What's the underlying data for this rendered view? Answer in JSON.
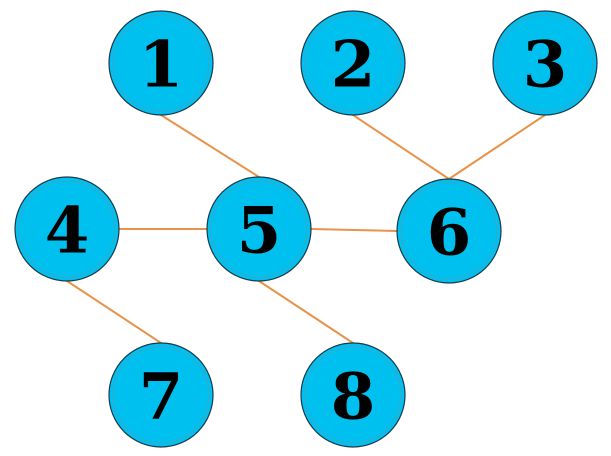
{
  "colors": {
    "node_fill": "#00c0ef",
    "node_inner_ring": "#3aa8c8",
    "edge": "#e8924a"
  },
  "nodes": [
    {
      "id": "1",
      "label": "1"
    },
    {
      "id": "2",
      "label": "2"
    },
    {
      "id": "3",
      "label": "3"
    },
    {
      "id": "4",
      "label": "4"
    },
    {
      "id": "5",
      "label": "5"
    },
    {
      "id": "6",
      "label": "6"
    },
    {
      "id": "7",
      "label": "7"
    },
    {
      "id": "8",
      "label": "8"
    }
  ],
  "edges": [
    {
      "from": "1",
      "to": "5"
    },
    {
      "from": "2",
      "to": "6"
    },
    {
      "from": "3",
      "to": "6"
    },
    {
      "from": "4",
      "to": "5"
    },
    {
      "from": "5",
      "to": "6"
    },
    {
      "from": "4",
      "to": "7"
    },
    {
      "from": "5",
      "to": "8"
    }
  ]
}
